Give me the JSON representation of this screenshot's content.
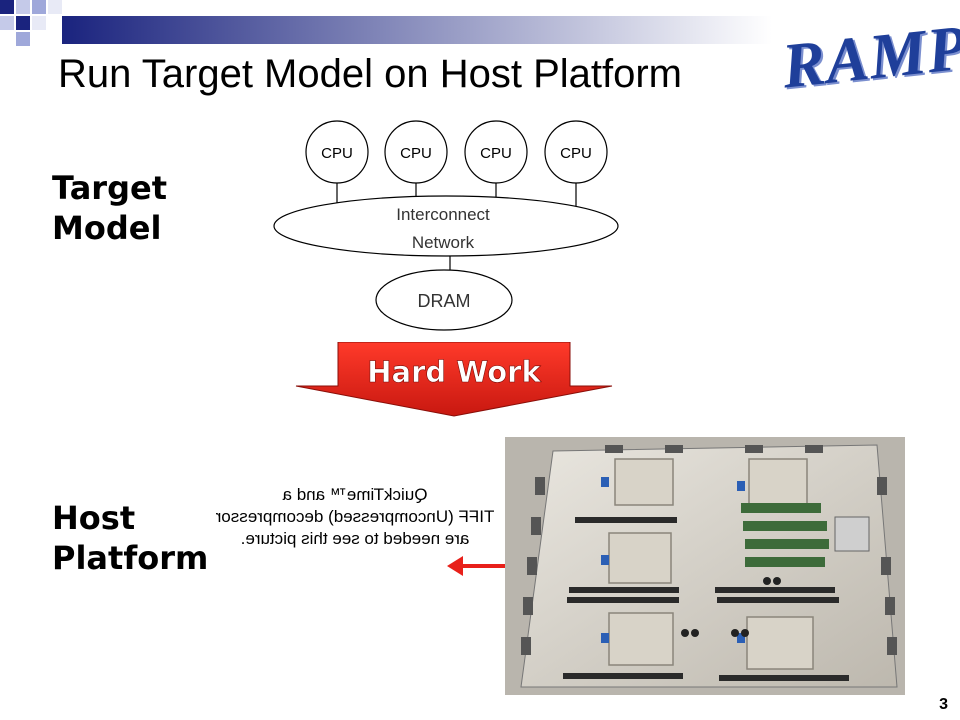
{
  "slide": {
    "title": "Run Target Model on Host Platform",
    "logo_text": "RAMP",
    "page_number": "3"
  },
  "target_model": {
    "label_line1": "Target",
    "label_line2": "Model",
    "cpus": [
      "CPU",
      "CPU",
      "CPU",
      "CPU"
    ],
    "interconnect_line1": "Interconnect",
    "interconnect_line2": "Network",
    "dram": "DRAM"
  },
  "arrow": {
    "label": "Hard Work",
    "color": "#e8201a"
  },
  "host_platform": {
    "label_line1": "Host",
    "label_line2": "Platform",
    "placeholder_lines": [
      "QuickTime™ and a",
      "TIFF (Uncompressed) decompressor",
      "are needed to see this picture."
    ]
  },
  "colors": {
    "header_blue": "#1a237e",
    "logo_blue": "#1f3f9a",
    "red": "#e8201a"
  }
}
